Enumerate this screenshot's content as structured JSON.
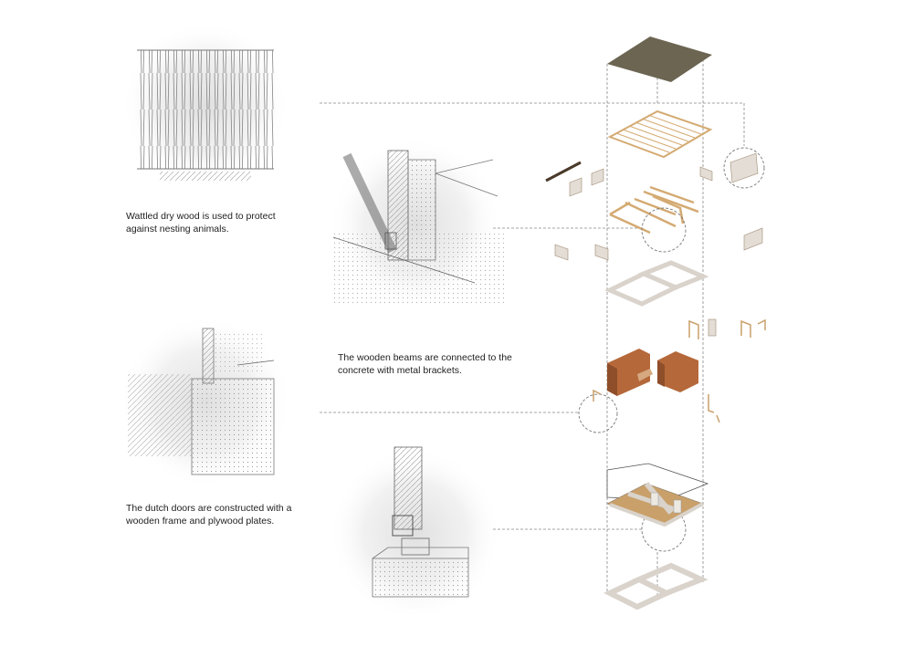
{
  "captions": {
    "wattled_wood": " Wattled dry wood is used to protect\nagainst nesting animals.",
    "wooden_beams": "The wooden beams are connected to the\nconcrete with metal brackets.",
    "dutch_doors": "The dutch doors are constructed with a\nwooden frame and plywood plates."
  },
  "colors": {
    "roof": "#6b6552",
    "timber": "#d4aa72",
    "brick_walls": "#b5683a",
    "concrete": "#e3ddd6",
    "plate": "#c9a06a",
    "leader_line": "#888888"
  }
}
